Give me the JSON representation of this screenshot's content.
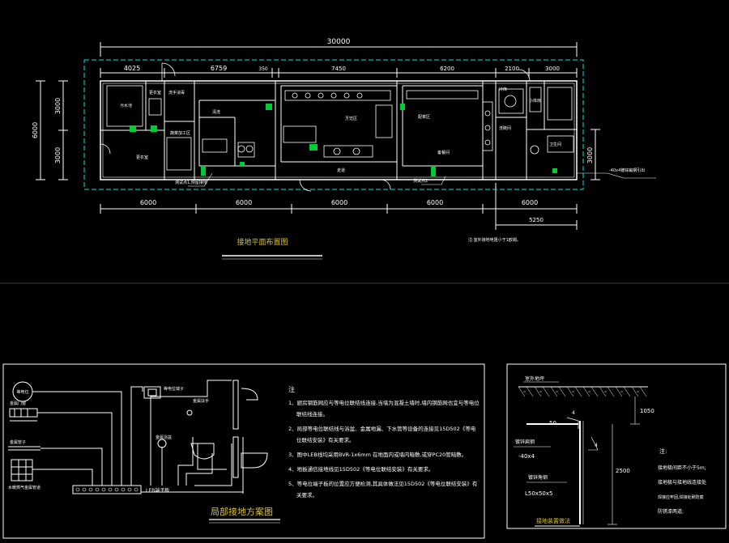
{
  "plan": {
    "overall_width": "30000",
    "top_dims": [
      "4025",
      "6759",
      "350",
      "7450",
      "6200",
      "2100",
      "3000"
    ],
    "left_dims": [
      "3000",
      "3000"
    ],
    "left_total": "6000",
    "right_dim": "3000",
    "bottom_dims": [
      "6000",
      "6000",
      "6000",
      "6000",
      "6000"
    ],
    "bottom_sub": "5250",
    "title": "接地平面布置图",
    "side_note": "注:室外接地电阻小于1欧姆。",
    "callout_right": "-40x4镀锌扁钢引出",
    "callout_left": "测试点1,预留接地",
    "callout_mid": "测试点2",
    "rooms": [
      "污水池",
      "更衣室",
      "洗手消毒",
      "更衣室",
      "清洗",
      "烹饪区",
      "配菜区",
      "蔬菜加工区",
      "洗碗间",
      "小库房",
      "冷库",
      "备餐间",
      "卫生间",
      "走道"
    ]
  },
  "local": {
    "title": "局部接地方案图",
    "terminal_label": "LEB端子板",
    "left_items": [
      "等电位",
      "金属门窗",
      "金属管子",
      "水暖燃气金属管道"
    ],
    "mid_items": [
      "等电位端子",
      "金属扶手",
      "金属浴盆"
    ],
    "notes_title": "注",
    "notes": [
      "1、厨房钢筋网应与等电位联结线连接,当墙为混凝土墙时,墙内钢筋网也宜与等电位联结线连接。",
      "2、局部等电位联结线与浴盆、金属地漏、下水管等设备的连接见15D502《等电位联结安装》有关要求。",
      "3、图中LEB线均采用BVR-1x6mm 在地面内或墙内暗敷,或穿PC20管暗敷。",
      "4、地板通信接地线见15D502《等电位联结安装》有关要求。",
      "5、等电位端子板的位置应方便检测,其具体做法见15D502《等电位联结安装》有关要求。"
    ]
  },
  "detail": {
    "title": "接地装置做法",
    "ground_label": "室外地坪",
    "flat_steel_label": "镀锌扁钢",
    "flat_steel_spec": "-40x4",
    "angle_steel_label": "镀锌角钢",
    "angle_steel_spec": "L50x50x5",
    "dim_50": "50",
    "dim_1050": "1050",
    "dim_2500": "2500",
    "dim_4a": "4",
    "dim_4b": "4",
    "notes_title": "注:",
    "notes": [
      "接地极间距不小于5m;",
      "接地极与接地线连接处",
      "焊接应牢固,焊接处刷防腐",
      "防锈漆两道;"
    ]
  },
  "colors": {
    "background": "#000000",
    "wall": "#ffffff",
    "dim": "#ffffff",
    "ground_line": "#00e5e5",
    "fixture": "#00cc33",
    "text": "#e8e8e8",
    "title_accent": "#d9c23a"
  }
}
